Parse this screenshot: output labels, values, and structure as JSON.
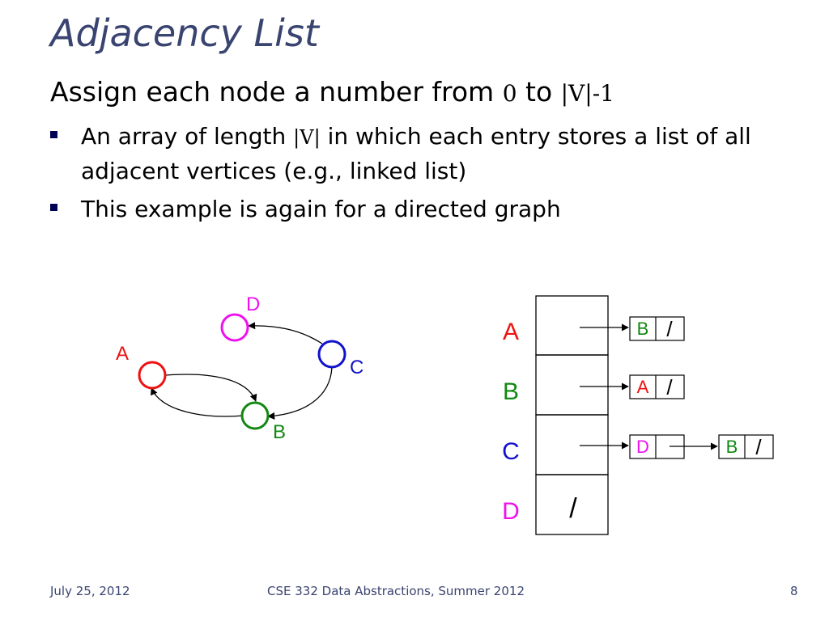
{
  "slide": {
    "title": "Adjacency List",
    "subtitle_pre": "Assign each node a number from ",
    "subtitle_zero": "0",
    "subtitle_mid": " to ",
    "subtitle_range": "|V|-1",
    "bullets": [
      {
        "pre": "An array of length ",
        "math": "|V|",
        "post": " in which each entry stores a list of all adjacent vertices (e.g., linked list)"
      },
      {
        "pre": "This example is again for a directed graph",
        "math": "",
        "post": ""
      }
    ]
  },
  "graph": {
    "nodes": [
      {
        "id": "A",
        "color": "#ee1111"
      },
      {
        "id": "B",
        "color": "#118811"
      },
      {
        "id": "C",
        "color": "#1111cc"
      },
      {
        "id": "D",
        "color": "#ee11ee"
      }
    ],
    "edges": [
      [
        "A",
        "B"
      ],
      [
        "B",
        "A"
      ],
      [
        "C",
        "D"
      ],
      [
        "C",
        "B"
      ]
    ]
  },
  "adjacency": {
    "rows": [
      {
        "label": "A",
        "color": "#ee1111",
        "empty_marker": "",
        "list": [
          {
            "label": "B",
            "color": "#118811"
          }
        ]
      },
      {
        "label": "B",
        "color": "#118811",
        "empty_marker": "",
        "list": [
          {
            "label": "A",
            "color": "#ee1111"
          }
        ]
      },
      {
        "label": "C",
        "color": "#1111cc",
        "empty_marker": "",
        "list": [
          {
            "label": "D",
            "color": "#ee11ee"
          },
          {
            "label": "B",
            "color": "#118811"
          }
        ]
      },
      {
        "label": "D",
        "color": "#ee11ee",
        "empty_marker": "/",
        "list": []
      }
    ],
    "null_marker": "/"
  },
  "footer": {
    "date": "July 25, 2012",
    "course": "CSE 332 Data Abstractions, Summer 2012",
    "page": "8"
  }
}
